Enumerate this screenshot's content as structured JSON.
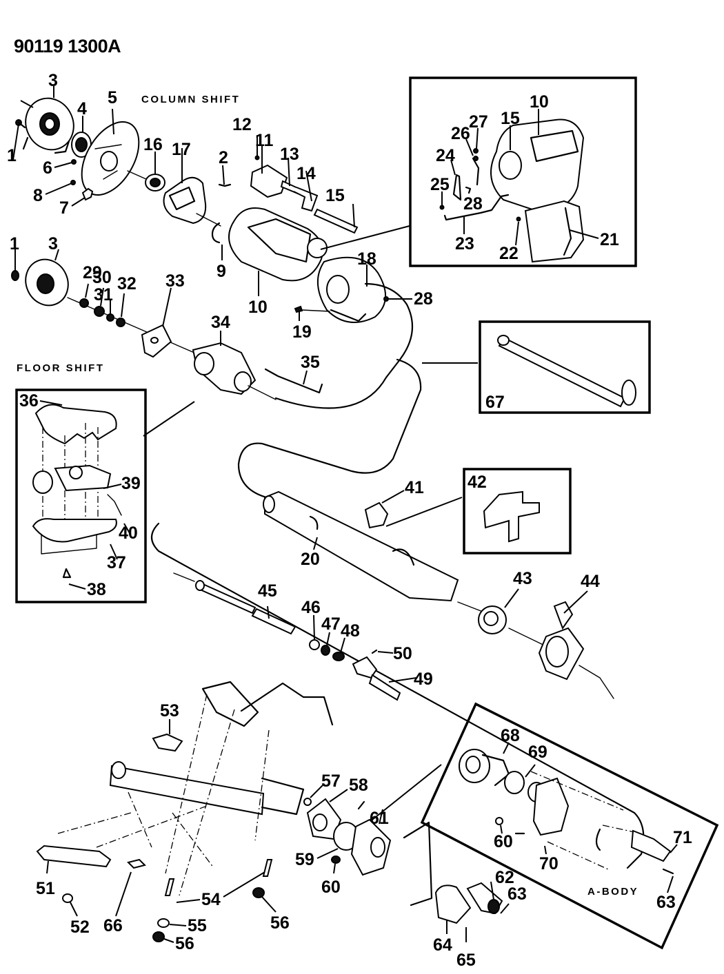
{
  "document": {
    "id": "90119 1300A",
    "type": "Steering column exploded parts diagram"
  },
  "sections": {
    "column_shift": "COLUMN SHIFT",
    "floor_shift": "FLOOR SHIFT",
    "a_body": "A-BODY"
  },
  "callouts": {
    "c1a": "1",
    "c3a": "3",
    "c4": "4",
    "c5": "5",
    "c6": "6",
    "c7": "7",
    "c8": "8",
    "c16": "16",
    "c17": "17",
    "c2": "2",
    "c12": "12",
    "c11": "11",
    "c13": "13",
    "c14": "14",
    "c15a": "15",
    "c9": "9",
    "c10a": "10",
    "c10b": "10",
    "c15b": "15",
    "c27": "27",
    "c26": "26",
    "c24": "24",
    "c25": "25",
    "c28a": "28",
    "c23": "23",
    "c22": "22",
    "c21": "21",
    "c1b": "1",
    "c3b": "3",
    "c29": "29",
    "c30": "30",
    "c31": "31",
    "c32": "32",
    "c33": "33",
    "c18": "18",
    "c28b": "28",
    "c19": "19",
    "c34": "34",
    "c35": "35",
    "c67": "67",
    "c36": "36",
    "c39": "39",
    "c40": "40",
    "c37": "37",
    "c38": "38",
    "c41": "41",
    "c42": "42",
    "c20": "20",
    "c43": "43",
    "c44": "44",
    "c45": "45",
    "c46": "46",
    "c47": "47",
    "c48": "48",
    "c50": "50",
    "c49": "49",
    "c53": "53",
    "c57": "57",
    "c58": "58",
    "c61": "61",
    "c59": "59",
    "c60a": "60",
    "c51": "51",
    "c52": "52",
    "c66": "66",
    "c54": "54",
    "c55": "55",
    "c56a": "56",
    "c56b": "56",
    "c62": "62",
    "c63a": "63",
    "c64": "64",
    "c65": "65",
    "c68": "68",
    "c69": "69",
    "c60b": "60",
    "c70": "70",
    "c71": "71",
    "c63b": "63"
  }
}
